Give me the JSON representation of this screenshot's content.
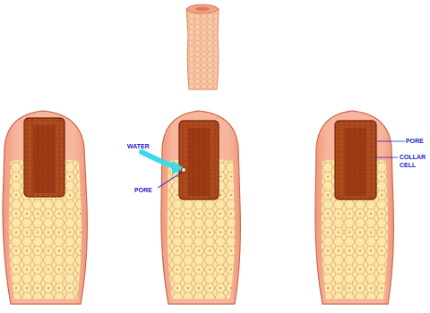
{
  "diagram": {
    "labels": {
      "water": "WATER",
      "pore_middle": "PORE",
      "pore_right": "PORE",
      "collar_line1": "COLLAR",
      "collar_line2": "CELL"
    },
    "colors": {
      "background": "#ffffff",
      "body_fill": "#f7b59c",
      "body_outline": "#c86a50",
      "cell_fill": "#fbe7a8",
      "cell_outline": "#e0a070",
      "chamber_fill": "#a8441a",
      "chamber_dark": "#6e2208",
      "water_arrow": "#3fd8e8",
      "label_color": "#1a1acc",
      "cell_nucleus": "#d9603a"
    },
    "figures": [
      {
        "name": "small-closed-sponge"
      },
      {
        "name": "left-sponge"
      },
      {
        "name": "middle-sponge-water-entry"
      },
      {
        "name": "right-sponge-collar-cell"
      }
    ]
  }
}
